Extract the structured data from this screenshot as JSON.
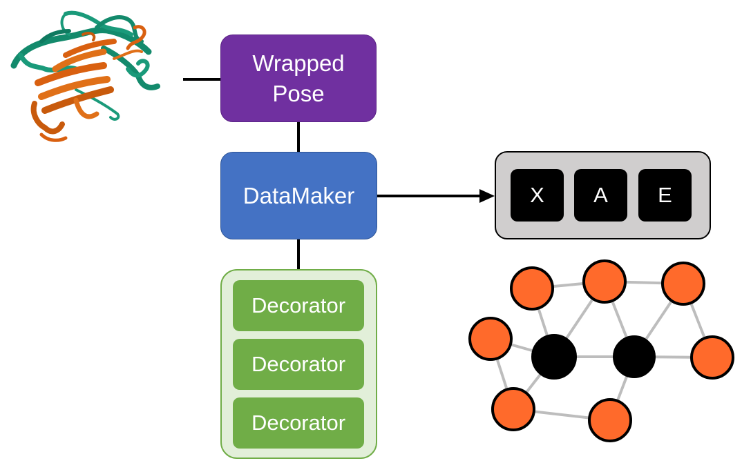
{
  "wrapped_pose": {
    "line1": "Wrapped",
    "line2": "Pose"
  },
  "datamaker": {
    "label": "DataMaker"
  },
  "decorators": [
    {
      "label": "Decorator"
    },
    {
      "label": "Decorator"
    },
    {
      "label": "Decorator"
    }
  ],
  "tensors": [
    {
      "label": "X"
    },
    {
      "label": "A"
    },
    {
      "label": "E"
    }
  ],
  "colors": {
    "wrapped_pose": "#7030a0",
    "datamaker": "#4472c4",
    "decorator": "#70ad47",
    "decorator_group": "#e2efd9",
    "tensor_panel": "#d0cece",
    "graph_outer_nodes": "#ff6a2b",
    "graph_inner_nodes": "#000000",
    "protein_helix_strand_teal": "#1a9a7a",
    "protein_sheet_orange": "#d96010"
  },
  "icons": {
    "protein": "protein-ribbon-structure-icon",
    "graph": "molecular-graph-icon"
  }
}
